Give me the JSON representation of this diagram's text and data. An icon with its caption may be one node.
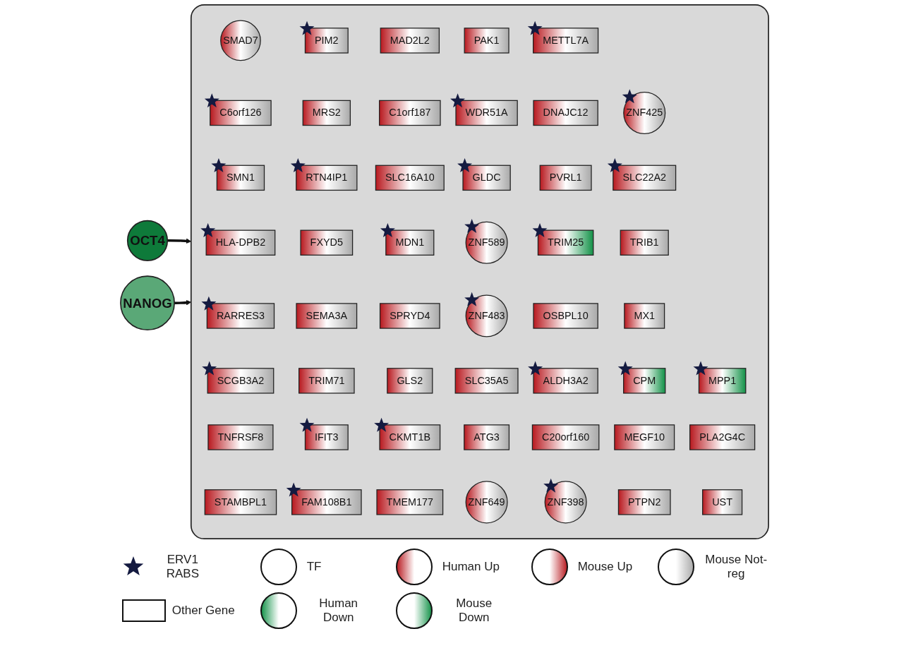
{
  "diagram": {
    "nodes": [
      {
        "text": [
          "OCT4"
        ]
      },
      {
        "text": [
          "NANOG"
        ]
      },
      {
        "text": [],
        "shape": "box"
      },
      {
        "text": [
          "SMAD7"
        ],
        "in": 2
      },
      {
        "text": [
          "C6orf126"
        ],
        "in": 2
      },
      {
        "text": [
          "SMN1"
        ],
        "in": 2
      },
      {
        "text": [
          "HLA-DPB2"
        ],
        "in": 2
      },
      {
        "text": [
          "RARRES3"
        ],
        "in": 2
      },
      {
        "text": [
          "SCGB3A2"
        ],
        "in": 2
      },
      {
        "text": [
          "TNFRSF8"
        ],
        "in": 2
      },
      {
        "text": [
          "STAMBPL1"
        ],
        "in": 2
      },
      {
        "text": [
          "PIM2"
        ],
        "in": 2
      },
      {
        "text": [
          "MRS2"
        ],
        "in": 2
      },
      {
        "text": [
          "RTN4IP1"
        ],
        "in": 2
      },
      {
        "text": [
          "FXYD5"
        ],
        "in": 2
      },
      {
        "text": [
          "SEMA3A"
        ],
        "in": 2
      },
      {
        "text": [
          "TRIM71"
        ],
        "in": 2
      },
      {
        "text": [
          "IFIT3"
        ],
        "in": 2
      },
      {
        "text": [
          "FAM108B1"
        ],
        "in": 2
      },
      {
        "text": [
          "MAD2L2"
        ],
        "in": 2
      },
      {
        "text": [
          "C1orf187"
        ],
        "in": 2
      },
      {
        "text": [
          "SLC16A10"
        ],
        "in": 2
      },
      {
        "text": [
          "MDN1"
        ],
        "in": 2
      },
      {
        "text": [
          "SPRYD4"
        ],
        "in": 2
      },
      {
        "text": [
          "GLS2"
        ],
        "in": 2
      },
      {
        "text": [
          "CKMT1B"
        ],
        "in": 2
      },
      {
        "text": [
          "TMEM177"
        ],
        "in": 2
      },
      {
        "text": [
          "PAK1"
        ],
        "in": 2
      },
      {
        "text": [
          "WDR51A"
        ],
        "in": 2
      },
      {
        "text": [
          "GLDC"
        ],
        "in": 2
      },
      {
        "text": [
          "ZNF589"
        ],
        "in": 2
      },
      {
        "text": [
          "ZNF483"
        ],
        "in": 2
      },
      {
        "text": [
          "SLC35A5"
        ],
        "in": 2
      },
      {
        "text": [
          "ATG3"
        ],
        "in": 2
      },
      {
        "text": [
          "ZNF649"
        ],
        "in": 2
      },
      {
        "text": [
          "METTL7A"
        ],
        "in": 2
      },
      {
        "text": [
          "DNAJC12"
        ],
        "in": 2
      },
      {
        "text": [
          "PVRL1"
        ],
        "in": 2
      },
      {
        "text": [
          "TRIM25"
        ],
        "in": 2
      },
      {
        "text": [
          "OSBPL10"
        ],
        "in": 2
      },
      {
        "text": [
          "ALDH3A2"
        ],
        "in": 2
      },
      {
        "text": [
          "C20orf160"
        ],
        "in": 2
      },
      {
        "text": [
          "ZNF398"
        ],
        "in": 2
      },
      {
        "text": [
          "ZNF425"
        ],
        "in": 2
      },
      {
        "text": [
          "SLC22A2"
        ],
        "in": 2
      },
      {
        "text": [
          "TRIB1"
        ],
        "in": 2
      },
      {
        "text": [
          "MX1"
        ],
        "in": 2
      },
      {
        "text": [
          "CPM"
        ],
        "in": 2
      },
      {
        "text": [
          "MEGF10"
        ],
        "in": 2
      },
      {
        "text": [
          "PTPN2"
        ],
        "in": 2
      },
      {
        "text": [
          "MPP1"
        ],
        "in": 2
      },
      {
        "text": [
          "PLA2G4C"
        ],
        "in": 2
      },
      {
        "text": [
          "UST"
        ],
        "in": 2
      }
    ],
    "edges": [
      {
        "from": 0,
        "to": 2,
        "arrow": "to"
      },
      {
        "from": 1,
        "to": 2,
        "arrow": "to"
      }
    ],
    "legend": [
      {
        "text": "ERV1 RABS"
      },
      {
        "text": "TF"
      },
      {
        "text": "Human Up"
      },
      {
        "text": "Mouse Up"
      },
      {
        "text": "Mouse Not-reg"
      },
      {
        "text": "Other Gene"
      },
      {
        "text": "Human Down"
      },
      {
        "text": "Mouse Down"
      }
    ]
  }
}
